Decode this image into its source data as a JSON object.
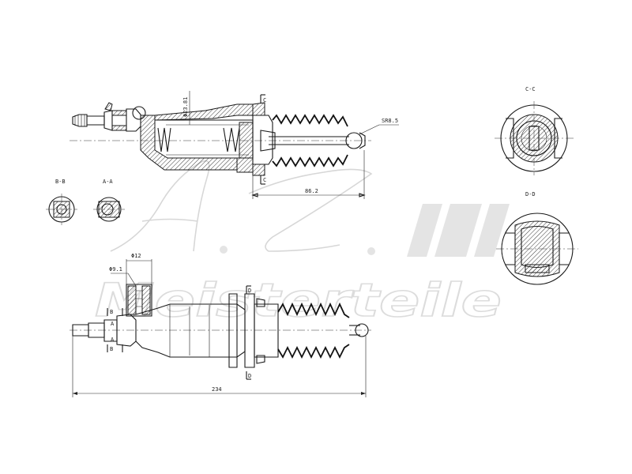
{
  "watermark": {
    "brand_initials": "A.Z.",
    "brand_name": "Meisterteile"
  },
  "section_labels": {
    "c_c": "C-C",
    "d_d": "D-D",
    "b_b": "B-B",
    "a_a": "A-A"
  },
  "cut_markers": {
    "c": "C",
    "d": "D",
    "b": "B",
    "a": "A"
  },
  "dimensions": {
    "bore_diameter": "Φ23.81",
    "sphere_radius": "SR8.5",
    "stroke_length": "86.2",
    "overall_length": "234",
    "port_diameter_outer": "Φ12",
    "port_diameter_inner": "Φ9.1"
  },
  "colors": {
    "line": "#1a1a1a",
    "watermark": "#d7d7d7"
  }
}
